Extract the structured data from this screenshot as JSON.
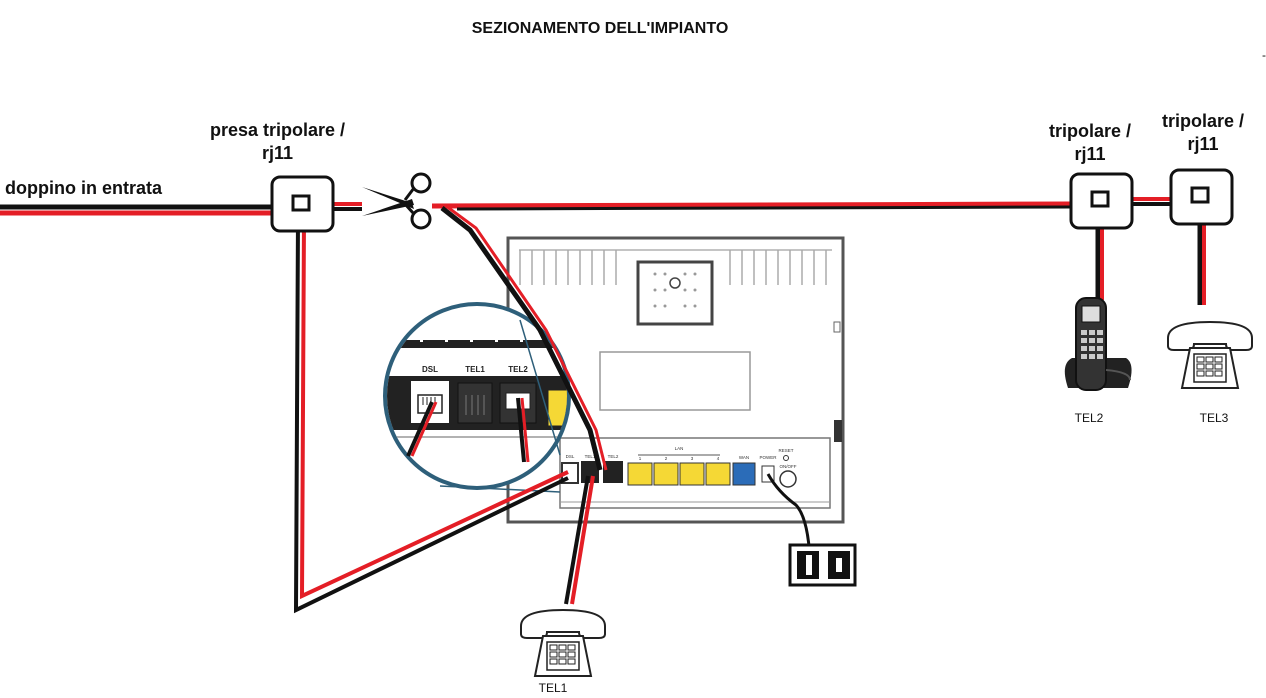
{
  "title": "SEZIONAMENTO DELL'IMPIANTO",
  "labels": {
    "incoming_line": "doppino in entrata",
    "main_socket": "presa tripolare / rj11",
    "socket_2": "tripolare / rj11",
    "socket_3": "tripolare / rj11",
    "tel1": "TEL1",
    "tel2": "TEL2",
    "tel3": "TEL3"
  },
  "router": {
    "zoom_ports": [
      "DSL",
      "TEL1",
      "TEL2"
    ],
    "rear_ports": [
      "DSL",
      "TEL1",
      "TEL2",
      "LAN",
      "WAN",
      "POWER",
      "RESET",
      "ON/OFF"
    ],
    "lan_numbers": [
      "1",
      "2",
      "3",
      "4"
    ]
  },
  "colors": {
    "wire_red": "#e41e26",
    "wire_black": "#111111",
    "lan_port": "#f5d835",
    "wan_port": "#2b6cb8",
    "zoom_circle_border": "#2e5f7a"
  }
}
